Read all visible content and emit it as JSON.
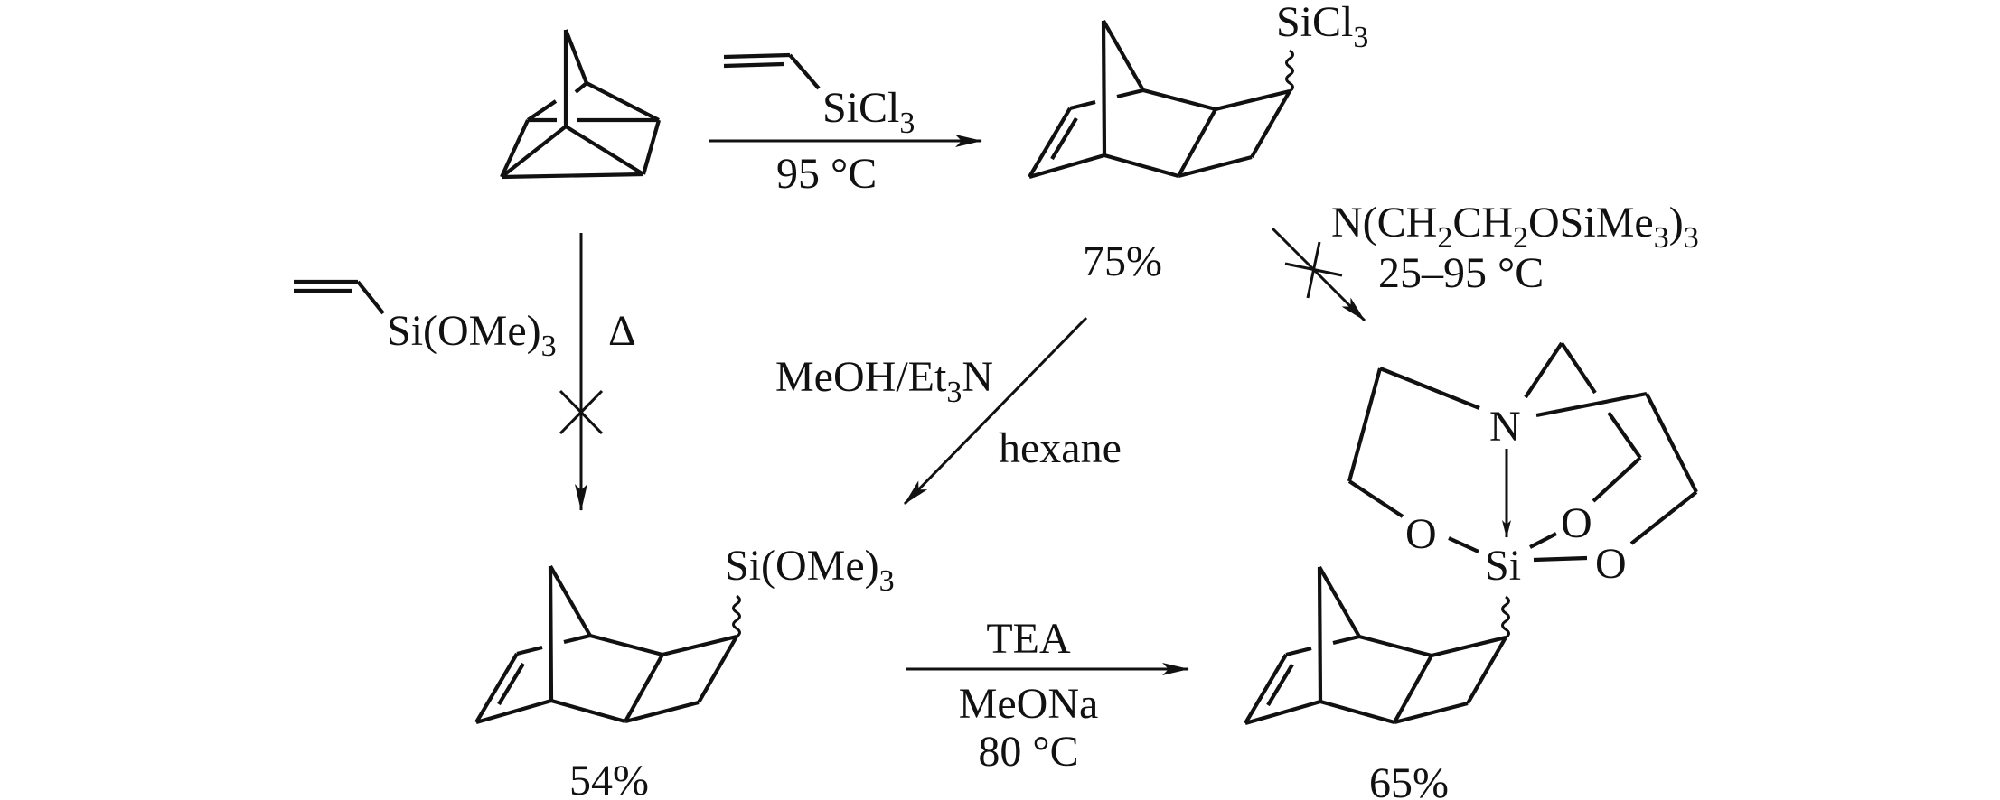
{
  "scheme": {
    "step1": {
      "reagent": {
        "main": "SiCl",
        "sub": "3"
      },
      "condition": "95 °C"
    },
    "product1": {
      "substituent": {
        "main": "SiCl",
        "sub": "3"
      },
      "yield": "75%"
    },
    "step_blocked_down": {
      "reagent": {
        "main": "Si(OMe)",
        "sub": "3"
      },
      "condition": "Δ"
    },
    "step_methanolysis": {
      "reagent": {
        "a": "MeOH/Et",
        "sub": "3",
        "b": "N"
      },
      "solvent": "hexane"
    },
    "product2": {
      "substituent": {
        "main": "Si(OMe)",
        "sub": "3"
      },
      "yield": "54%"
    },
    "step_blocked_diag": {
      "reagent": {
        "a": "N(CH",
        "s1": "2",
        "b": "CH",
        "s2": "2",
        "c": "OSiMe",
        "s3": "3",
        "d": ")",
        "s4": "3"
      },
      "condition": "25–95 °C"
    },
    "step_tea": {
      "reagent": "TEA",
      "base": "MeONa",
      "condition": "80 °C"
    },
    "product3": {
      "atoms": {
        "n": "N",
        "si": "Si",
        "o1": "O",
        "o2": "O",
        "o3": "O"
      },
      "yield": "65%"
    }
  }
}
